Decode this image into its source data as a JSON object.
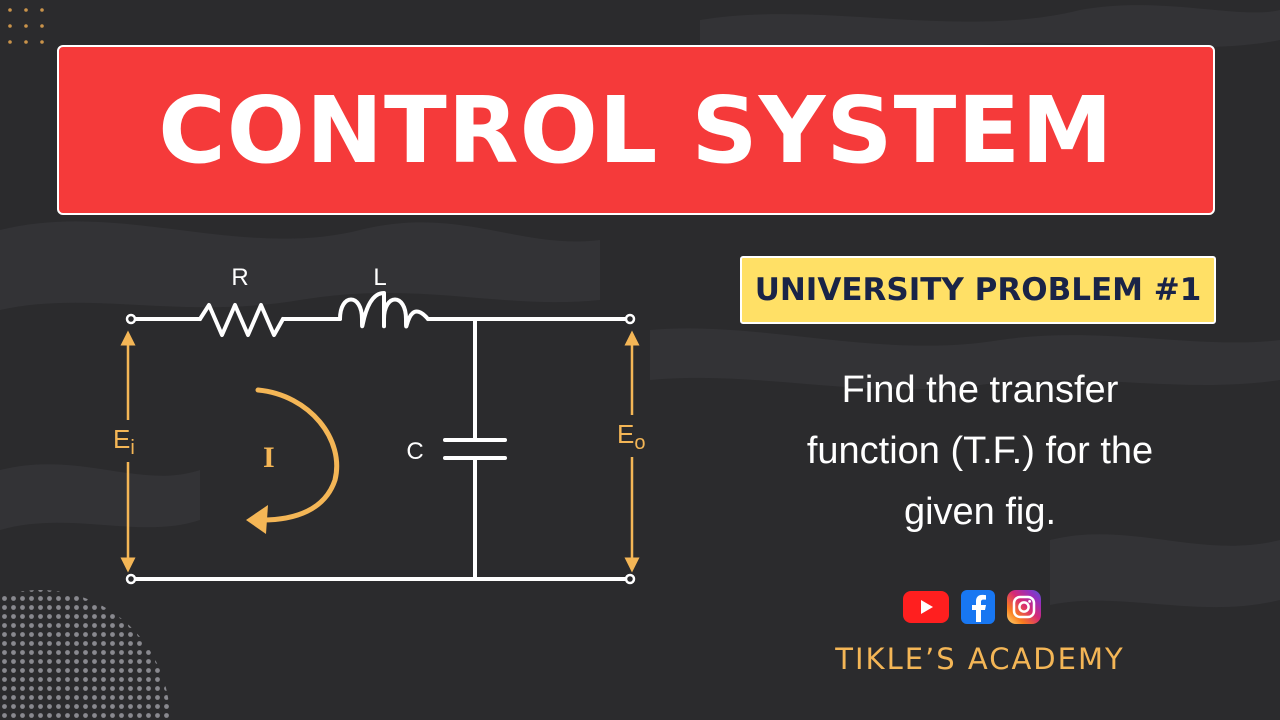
{
  "header": {
    "title": "CONTROL SYSTEM"
  },
  "circuit": {
    "labels": {
      "resistor": "R",
      "inductor": "L",
      "capacitor": "C",
      "input_voltage": "E",
      "input_subscript": "i",
      "output_voltage": "E",
      "output_subscript": "o",
      "current": "I"
    }
  },
  "problem": {
    "badge": "UNIVERSITY PROBLEM #1",
    "lines": [
      "Find the transfer",
      "function (T.F.) for the",
      "given fig."
    ]
  },
  "footer": {
    "brand": "TIKLE’S ACADEMY"
  },
  "icons": {
    "social": [
      "youtube-icon",
      "facebook-icon",
      "instagram-icon"
    ]
  },
  "colors": {
    "background": "#2b2b2d",
    "banner": "#f53a3a",
    "badge": "#ffe066",
    "badge_text": "#1a2447",
    "accent": "#f4b656",
    "wire": "#ffffff"
  }
}
